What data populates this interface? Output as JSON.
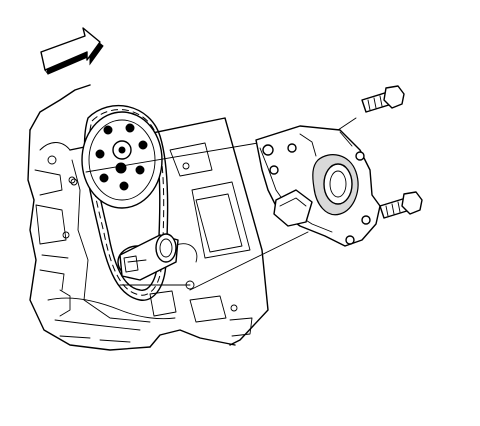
{
  "diagram": {
    "parts": [
      {
        "name": "engine-block"
      },
      {
        "name": "camshaft-sprocket"
      },
      {
        "name": "timing-chain"
      },
      {
        "name": "crankshaft-sprocket"
      },
      {
        "name": "oil-pump"
      },
      {
        "name": "upper-bolt"
      },
      {
        "name": "lower-bolt"
      }
    ],
    "direction_arrow": {
      "meaning": "front of engine"
    },
    "colors": {
      "line": "#000000",
      "background": "#ffffff",
      "shade": "#d9d9d9"
    }
  }
}
